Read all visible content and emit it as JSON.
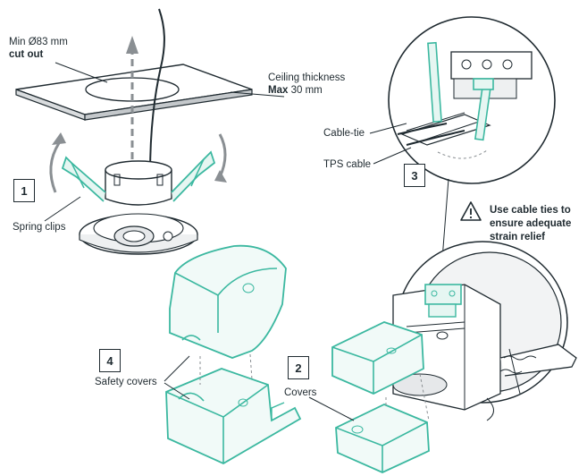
{
  "cutout": {
    "line1": "Min Ø83 mm",
    "line2": "cut out"
  },
  "ceiling": {
    "line1": "Ceiling thickness",
    "max_word": "Max",
    "max_value": "30 mm"
  },
  "labels": {
    "spring_clips": "Spring clips",
    "cable_tie": "Cable-tie",
    "tps_cable": "TPS cable",
    "safety_covers": "Safety covers",
    "covers": "Covers"
  },
  "warning": {
    "icon": "warning-triangle-icon",
    "lines": [
      "Use cable ties to",
      "ensure adequate",
      "strain relief"
    ]
  },
  "steps": {
    "s1": "1",
    "s2": "2",
    "s3": "3",
    "s4": "4"
  },
  "colors": {
    "accent": "#3bb8a0",
    "ink": "#1f2a30",
    "grey": "#8a8f93"
  }
}
